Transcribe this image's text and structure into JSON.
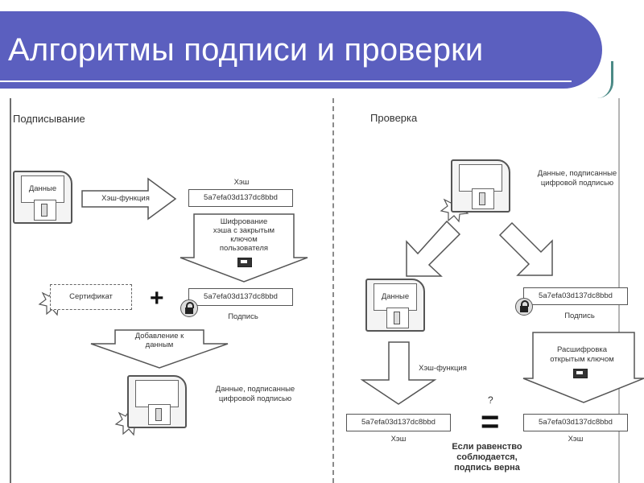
{
  "slide": {
    "title": "Алгоритмы подписи и проверки"
  },
  "signing": {
    "heading": "Подписывание",
    "data_label": "Данные",
    "hash_function_label": "Хэш-функция",
    "hash_caption": "Хэш",
    "hash_value": "5a7efa03d137dc8bbd",
    "encrypt_label_lines": [
      "Шифрование",
      "хэша с закрытым",
      "ключом",
      "пользователя"
    ],
    "certificate_label": "Сертификат",
    "signature_value": "5a7efa03d137dc8bbd",
    "signature_caption": "Подпись",
    "append_label_lines": [
      "Добавление к",
      "данным"
    ],
    "signed_data_label_lines": [
      "Данные, подписанные",
      "цифровой подписью"
    ]
  },
  "verification": {
    "heading": "Проверка",
    "signed_data_label_lines": [
      "Данные, подписанные",
      "цифровой подписью"
    ],
    "data_label": "Данные",
    "signature_value": "5a7efa03d137dc8bbd",
    "signature_caption": "Подпись",
    "hash_function_label": "Хэш-функция",
    "decrypt_label_lines": [
      "Расшифровка",
      "открытым ключом"
    ],
    "hash_value_left": "5a7efa03d137dc8bbd",
    "hash_caption_left": "Хэш",
    "hash_value_right": "5a7efa03d137dc8bbd",
    "hash_caption_right": "Хэш",
    "question_mark": "?",
    "equality_label_lines": [
      "Если равенство",
      "соблюдается,",
      "подпись верна"
    ]
  },
  "colors": {
    "title_bar": "#5b5fbf",
    "accent_line": "#4b8a86"
  },
  "icons": [
    "floppy-disk-icon",
    "seal-star-icon",
    "key-icon",
    "lock-icon",
    "plus-icon",
    "equals-icon"
  ]
}
